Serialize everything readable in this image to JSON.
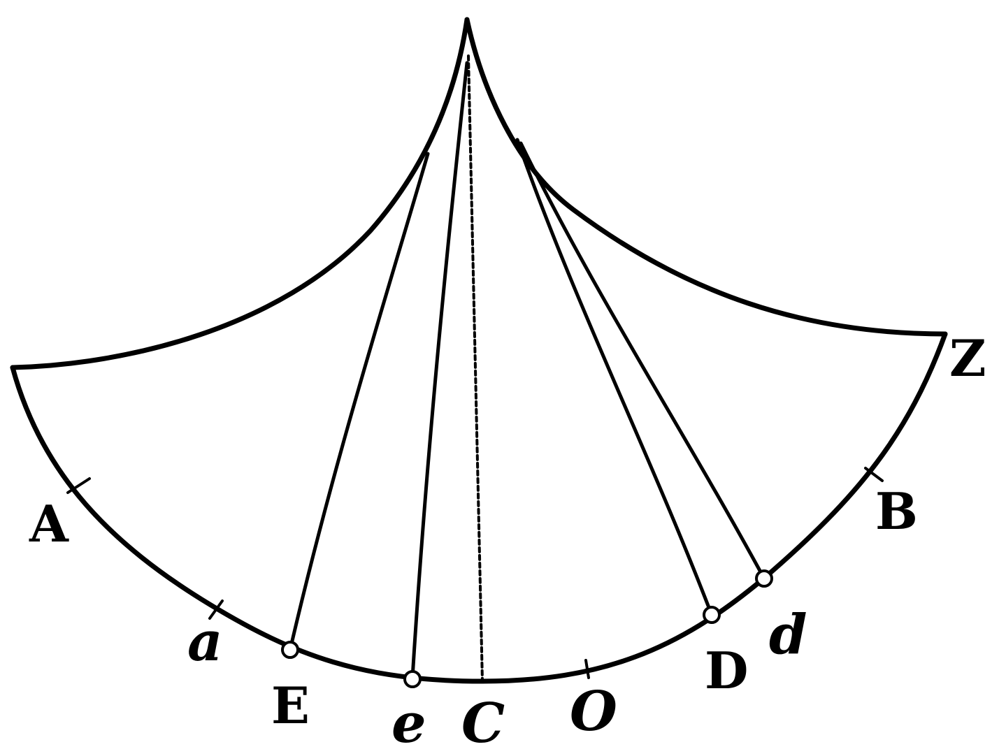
{
  "figure": {
    "labels": {
      "A": "A",
      "a": "a",
      "E": "E",
      "e": "e",
      "C": "C",
      "O": "O",
      "D": "D",
      "d": "d",
      "B": "B",
      "Z": "Z"
    }
  }
}
